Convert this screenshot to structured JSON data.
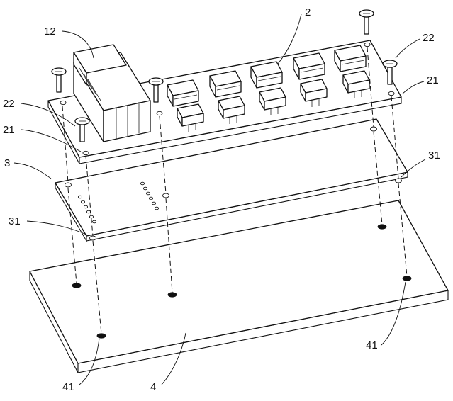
{
  "labels": {
    "board": "2",
    "connector": "12",
    "screw_tl": "22",
    "screw_tr": "22",
    "hole_board_l": "21",
    "hole_board_r": "21",
    "insulator": "3",
    "hole_ins_l": "31",
    "hole_ins_r": "31",
    "hole_base_l": "41",
    "hole_base_r": "41",
    "base": "4"
  }
}
